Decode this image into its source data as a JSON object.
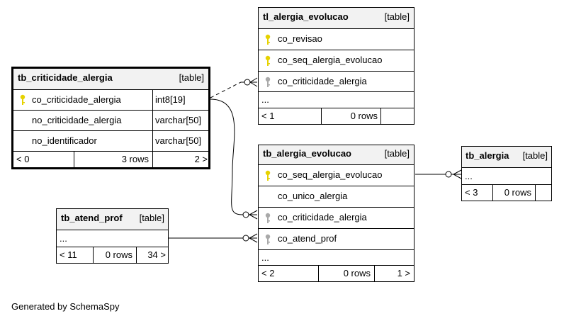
{
  "tables": {
    "tl_alergia_evolucao": {
      "name": "tl_alergia_evolucao",
      "type": "[table]",
      "columns": [
        "co_revisao",
        "co_seq_alergia_evolucao",
        "co_criticidade_alergia"
      ],
      "ellipsis": "...",
      "parents": "< 1",
      "rows": "0 rows"
    },
    "tb_criticidade_alergia": {
      "name": "tb_criticidade_alergia",
      "type": "[table]",
      "columns": [
        {
          "name": "co_criticidade_alergia",
          "type": "int8[19]"
        },
        {
          "name": "no_criticidade_alergia",
          "type": "varchar[50]"
        },
        {
          "name": "no_identificador",
          "type": "varchar[50]"
        }
      ],
      "parents": "< 0",
      "rows": "3 rows",
      "children": "2 >"
    },
    "tb_alergia_evolucao": {
      "name": "tb_alergia_evolucao",
      "type": "[table]",
      "columns": [
        "co_seq_alergia_evolucao",
        "co_unico_alergia",
        "co_criticidade_alergia",
        "co_atend_prof"
      ],
      "ellipsis": "...",
      "parents": "< 2",
      "rows": "0 rows",
      "children": "1 >"
    },
    "tb_alergia": {
      "name": "tb_alergia",
      "type": "[table]",
      "ellipsis": "...",
      "parents": "< 3",
      "rows": "0 rows"
    },
    "tb_atend_prof": {
      "name": "tb_atend_prof",
      "type": "[table]",
      "ellipsis": "...",
      "parents": "< 11",
      "rows": "0 rows",
      "children": "34 >"
    }
  },
  "colors": {
    "pk_key": "#e6d200",
    "fk_key": "#a9a9a9",
    "header_bg": "#f2f2f2"
  },
  "footer": "Generated by SchemaSpy"
}
